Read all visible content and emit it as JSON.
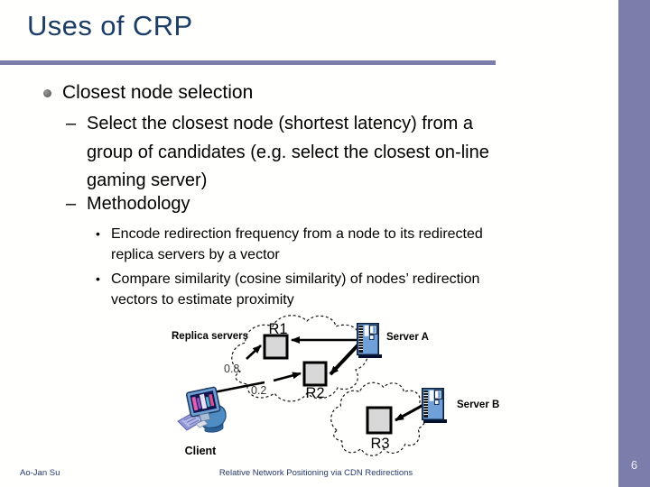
{
  "slide": {
    "title": "Uses of CRP",
    "page_number": "6",
    "footer": {
      "author": "Ao-Jan Su",
      "center": "Relative Network Positioning via CDN Redirections"
    }
  },
  "content": {
    "dash_glyph": "–",
    "dot_glyph": "•",
    "main_bullet": "Closest node selection",
    "sub_bullets": [
      {
        "lines": [
          "Select the closest node (shortest latency) from a",
          "group of candidates (e.g. select the closest on-line",
          "gaming server)"
        ]
      },
      {
        "lines": [
          "Methodology"
        ]
      }
    ],
    "detail_bullets": [
      {
        "lines": [
          "Encode redirection frequency from a node to its redirected",
          "replica servers by a vector"
        ]
      },
      {
        "lines": [
          "Compare similarity (cosine similarity) of nodes’ redirection",
          "vectors to estimate proximity"
        ]
      }
    ]
  },
  "diagram": {
    "labels": {
      "replica_servers": "Replica servers",
      "server_a": "Server A",
      "server_b": "Server B",
      "client": "Client"
    },
    "nodes": [
      "R1",
      "R2",
      "R3"
    ],
    "edges": [
      {
        "from": "Server A",
        "to": "R1"
      },
      {
        "from": "Server A",
        "to": "R2"
      },
      {
        "from": "Server B",
        "to": "R3"
      },
      {
        "from": "Client",
        "to": "R1",
        "weight": "0.8"
      },
      {
        "from": "Client",
        "to": "R2",
        "weight": "0.2"
      }
    ]
  },
  "colors": {
    "accent_bar": "#7b7dab",
    "title_text": "#1c3e66",
    "footer_text": "#23386b",
    "node_fill": "#d8d8d8",
    "server_blue": "#6fa0d8",
    "page_number_text": "#eceef5"
  }
}
